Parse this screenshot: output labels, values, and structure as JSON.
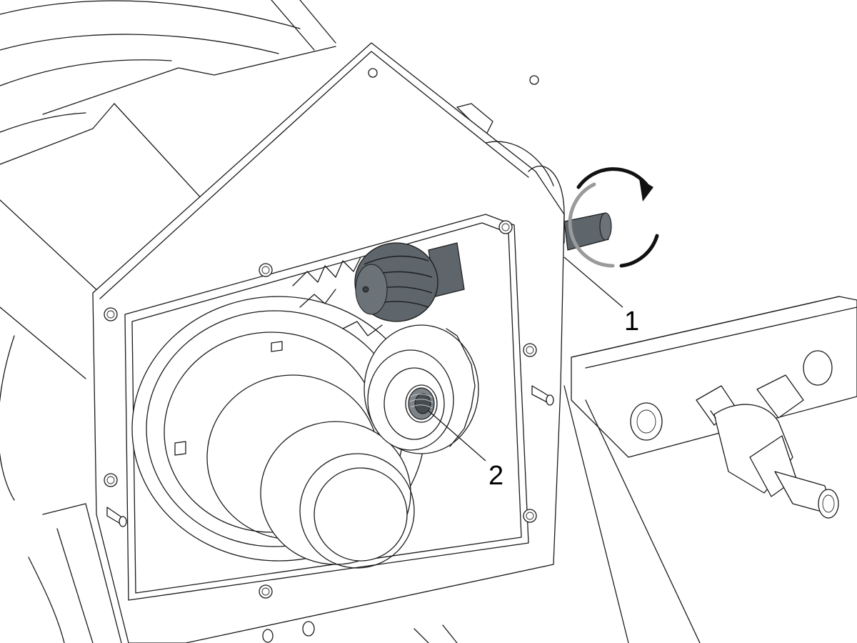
{
  "callouts": [
    {
      "id": "1",
      "label": "1"
    },
    {
      "id": "2",
      "label": "2"
    }
  ],
  "colors": {
    "line": "#1a1a1a",
    "worm_gear": "#5e666b",
    "shaft_tool": "#5e666b",
    "rotation_arrow": "#111111",
    "rotation_arrow_back": "#9a9a9a",
    "background": "#ffffff"
  },
  "icons": {
    "rotation": "rotation-arrow-icon"
  }
}
